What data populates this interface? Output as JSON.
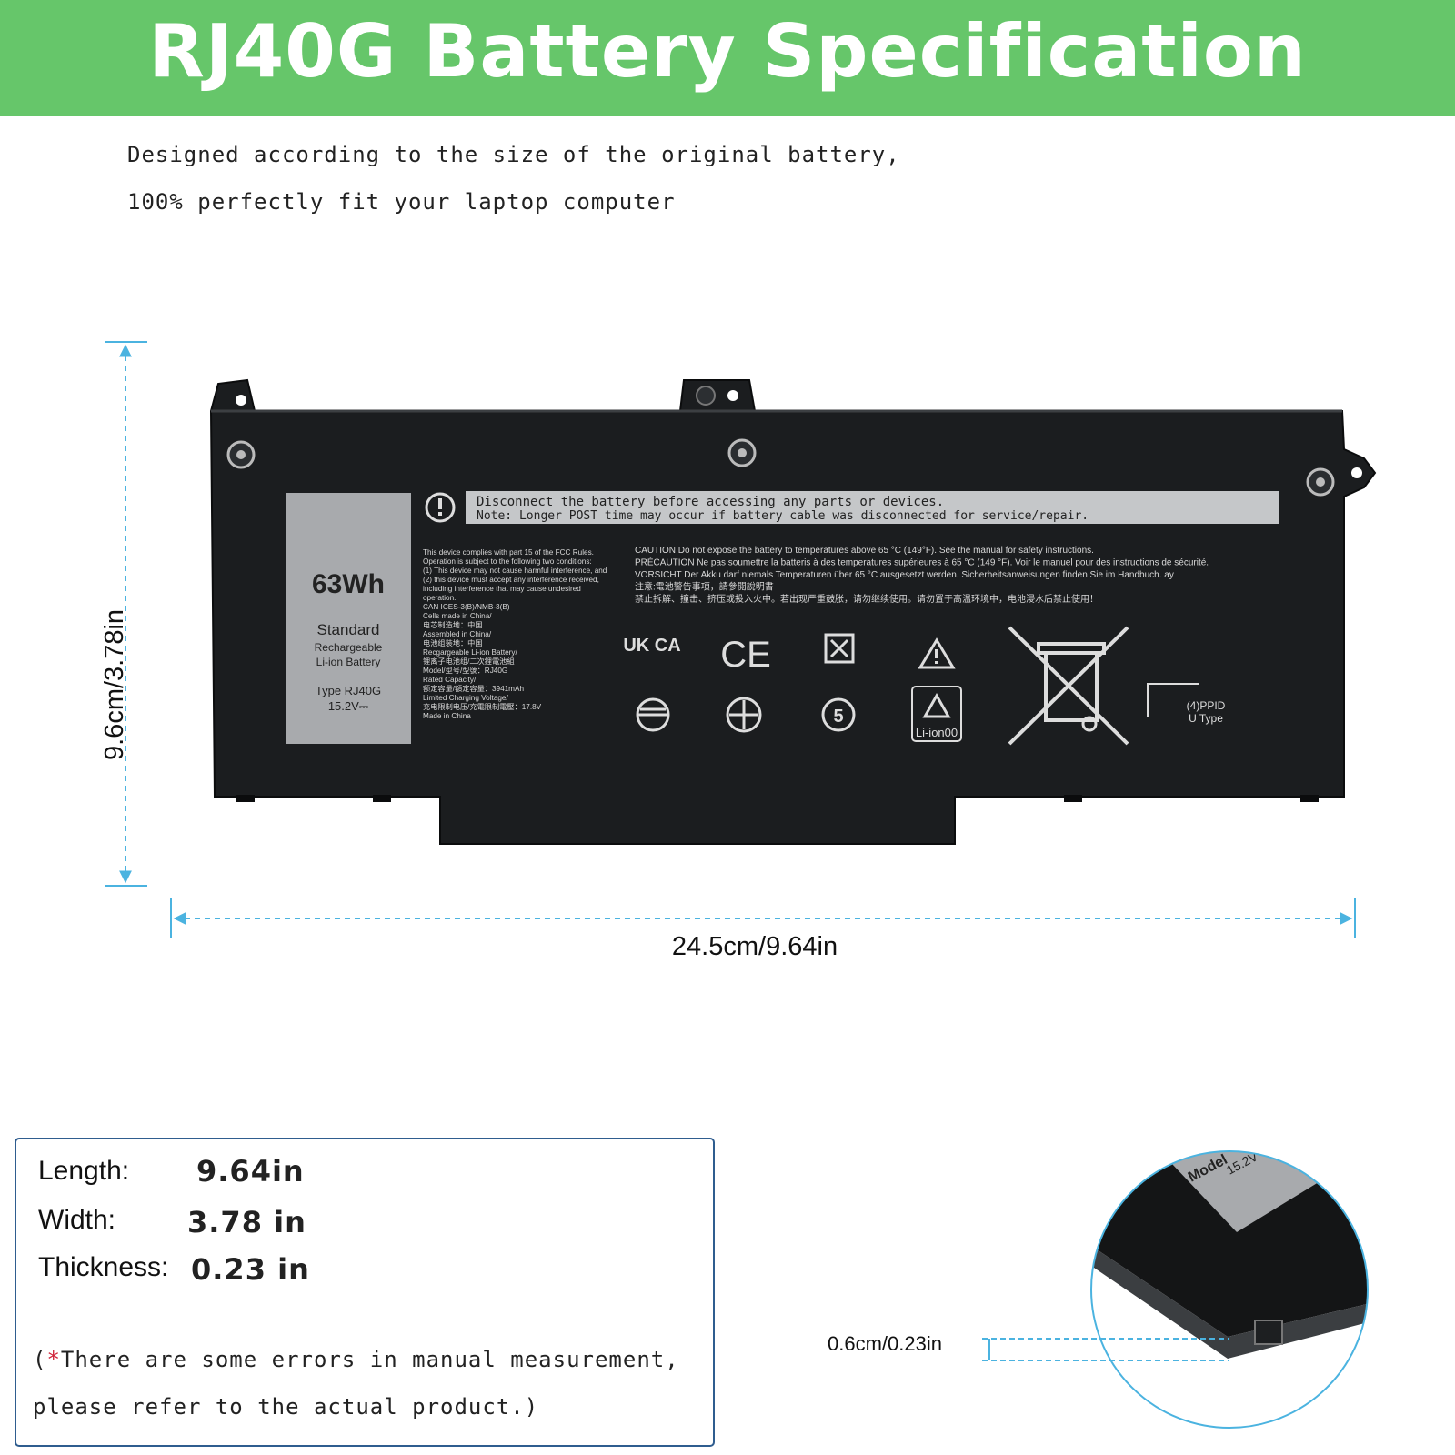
{
  "banner": {
    "title": "RJ40G Battery Specification",
    "color": "#66c66a"
  },
  "intro": {
    "line1": "Designed according to the size of the original battery,",
    "line2": "100% perfectly fit your laptop computer"
  },
  "battery_label": {
    "capacity": "63Wh",
    "grade": "Standard",
    "type_line1": "Rechargeable",
    "type_line2": "Li-ion Battery",
    "model": "Type RJ40G",
    "voltage": "15.2V⎓",
    "warning_line1": "Disconnect the battery before accessing any parts or devices.",
    "warning_line2": "Note: Longer POST time may occur if battery cable was disconnected for service/repair.",
    "fcc_lines": [
      "This device complies with part 15 of the FCC Rules.",
      "Operation is subject to the following two conditions:",
      "(1) This device may not cause harmful interference, and",
      "(2) this device must accept any interference received,",
      "including interference that may cause undesired",
      "operation.",
      "CAN ICES-3(B)/NMB-3(B)",
      "Cells made in China/",
      "电芯制造地：中国",
      "Assembled in China/",
      "电池组装地：中国",
      "Recgargeable Li-ion Battery/",
      "锂离子电池组/二次鋰電池組",
      "Model/型号/型號：RJ40G",
      "Rated Capacity/",
      "额定容量/額定容量：3941mAh",
      "Limited Charging Voltage/",
      "充电限制电压/充電限制電壓：17.8V",
      "Made in China"
    ],
    "caution_lines": [
      "CAUTION  Do not expose the battery to temperatures above 65 °C (149°F). See the manual for safety instructions.",
      "PRÉCAUTION  Ne pas soumettre la batteris à des temperatures supérieures à 65 °C (149 °F). Voir le manuel pour des instructions de sécurité.",
      "VORSICHT  Der Akku darf niemals Temperaturen über 65 °C ausgesetzt werden. Sicherheitsanweisungen finden Sie im Handbuch. ay",
      "注意:電池警告事項，請參閱說明書",
      "禁止拆解、撞击、挤压或投入火中。若出现严重鼓胀，请勿继续使用。请勿置于高温环境中，电池浸水后禁止使用！"
    ],
    "ukca_mark": "UK CA",
    "ce_mark": "CE",
    "recycle_label": "Li-ion00",
    "ppid_line1": "(4)PPID",
    "ppid_line2": "U Type"
  },
  "dimensions": {
    "height_label": "9.6cm/3.78in",
    "length_label": "24.5cm/9.64in",
    "thickness_label": "0.6cm/0.23in",
    "dim_line_color": "#4bb3e0"
  },
  "zoom": {
    "model_text": "Model",
    "voltage_text": "15.2V"
  },
  "specs": {
    "length_label": "Length:",
    "length_value": "9.64in",
    "width_label": "Width:",
    "width_value": "3.78 in",
    "thickness_label": "Thickness:",
    "thickness_value": "0.23 in",
    "note_line1_prefix": "(",
    "note_asterisk": "*",
    "note_line1": "There are some errors in manual measurement,",
    "note_line2": "please refer to the actual product.)"
  }
}
